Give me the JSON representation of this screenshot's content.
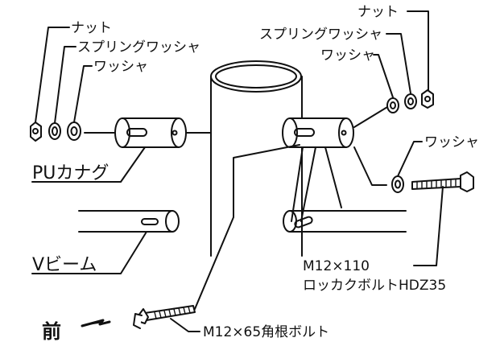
{
  "labels": {
    "left_nut": "ナット",
    "left_spring_washer": "スプリングワッシャ",
    "left_washer": "ワッシャ",
    "pu_kanagu": "PUカナグ",
    "v_beam": "Vビーム",
    "front": "前",
    "right_nut": "ナット",
    "right_spring_washer": "スプリングワッシャ",
    "right_washer": "ワッシャ",
    "bolt_washer": "ワッシャ",
    "hex_bolt_line1": "M12×110",
    "hex_bolt_line2": "ロッカクボルトHDZ35",
    "carriage_bolt": "M12×65角根ボルト"
  },
  "colors": {
    "line": "#111111",
    "paper": "#ffffff"
  }
}
